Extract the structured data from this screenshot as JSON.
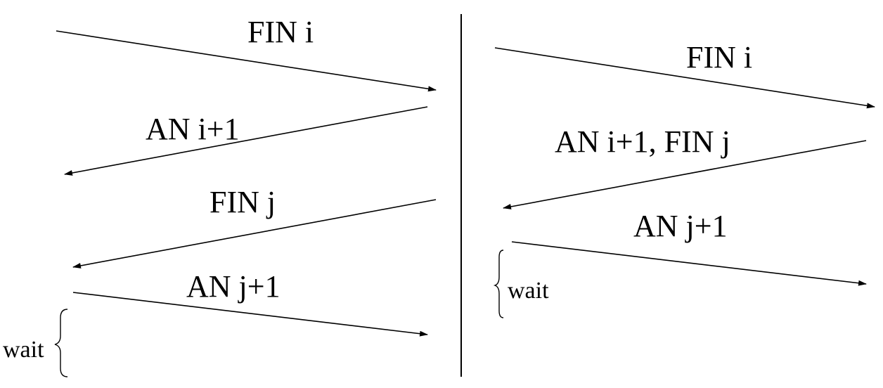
{
  "left_panel": {
    "messages": [
      {
        "label": "FIN i"
      },
      {
        "label": "AN i+1"
      },
      {
        "label": "FIN j"
      },
      {
        "label": "AN j+1"
      }
    ],
    "wait_label": "wait"
  },
  "right_panel": {
    "messages": [
      {
        "label": "FIN i"
      },
      {
        "label": "AN i+1, FIN j"
      },
      {
        "label": "AN j+1"
      }
    ],
    "wait_label": "wait"
  },
  "colors": {
    "line": "#000000",
    "background": "#ffffff"
  }
}
